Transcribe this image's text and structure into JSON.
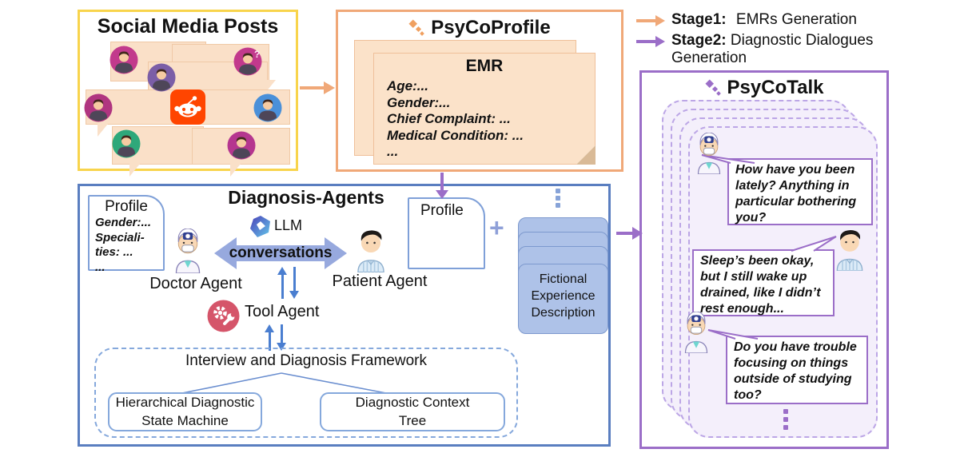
{
  "legend": {
    "stage1_label": "Stage1:",
    "stage1_text": "EMRs Generation",
    "stage2_label": "Stage2:",
    "stage2_text": "Diagnostic Dialogues Generation"
  },
  "social": {
    "title": "Social Media Posts",
    "platform_icon": "reddit-icon",
    "avatars": [
      {
        "color": "#C23A8C"
      },
      {
        "color": "#C2398C",
        "badge": "?"
      },
      {
        "color": "#7B5EA7"
      },
      {
        "color": "#B03580"
      },
      {
        "color": "#4A90D9"
      },
      {
        "color": "#2EA87A"
      },
      {
        "color": "#B5368F"
      }
    ]
  },
  "psycoprofile": {
    "title": "PsyCoProfile",
    "emr": {
      "title": "EMR",
      "lines": [
        "Age:...",
        "Gender:...",
        "Chief Complaint: ...",
        "Medical Condition: ...",
        "..."
      ]
    }
  },
  "diagnosis": {
    "title": "Diagnosis-Agents",
    "profile_left": {
      "title": "Profile",
      "lines": [
        "Gender:...",
        "Speciali-",
        "ties: ...",
        "..."
      ]
    },
    "doctor_label": "Doctor Agent",
    "llm_label": "LLM",
    "conversations_label": "conversations",
    "patient_label": "Patient Agent",
    "tool_label": "Tool Agent",
    "profile_right_title": "Profile",
    "plus_sign": "+",
    "stack_label": "Fictional Experience Description",
    "framework": {
      "title": "Interview and Diagnosis Framework",
      "left_box": "Hierarchical Diagnostic State Machine",
      "right_box": "Diagnostic Context Tree"
    }
  },
  "psycotalk": {
    "title": "PsyCoTalk",
    "messages": [
      {
        "speaker": "doctor",
        "text": "How have you been lately? Anything in particular bothering you?"
      },
      {
        "speaker": "patient",
        "text": "Sleep’s been okay, but I still wake up drained, like I didn’t rest enough..."
      },
      {
        "speaker": "doctor",
        "text": "Do you have trouble focusing on things outside of studying too?"
      }
    ]
  },
  "colors": {
    "stage1_orange": "#F0A878",
    "stage2_purple": "#9B6EC8",
    "social_border_yellow": "#F8D44C",
    "post_peach": "#FAE0C8",
    "diagnosis_blue": "#5A7EC0",
    "card_blue": "#AEC2E8",
    "arrow_blue": "#4A7ED0",
    "conversations_fill": "#97A9DE",
    "tool_red": "#D5556A",
    "reddit_orange": "#FF4500",
    "talk_lavender": "#F4EFFB"
  }
}
